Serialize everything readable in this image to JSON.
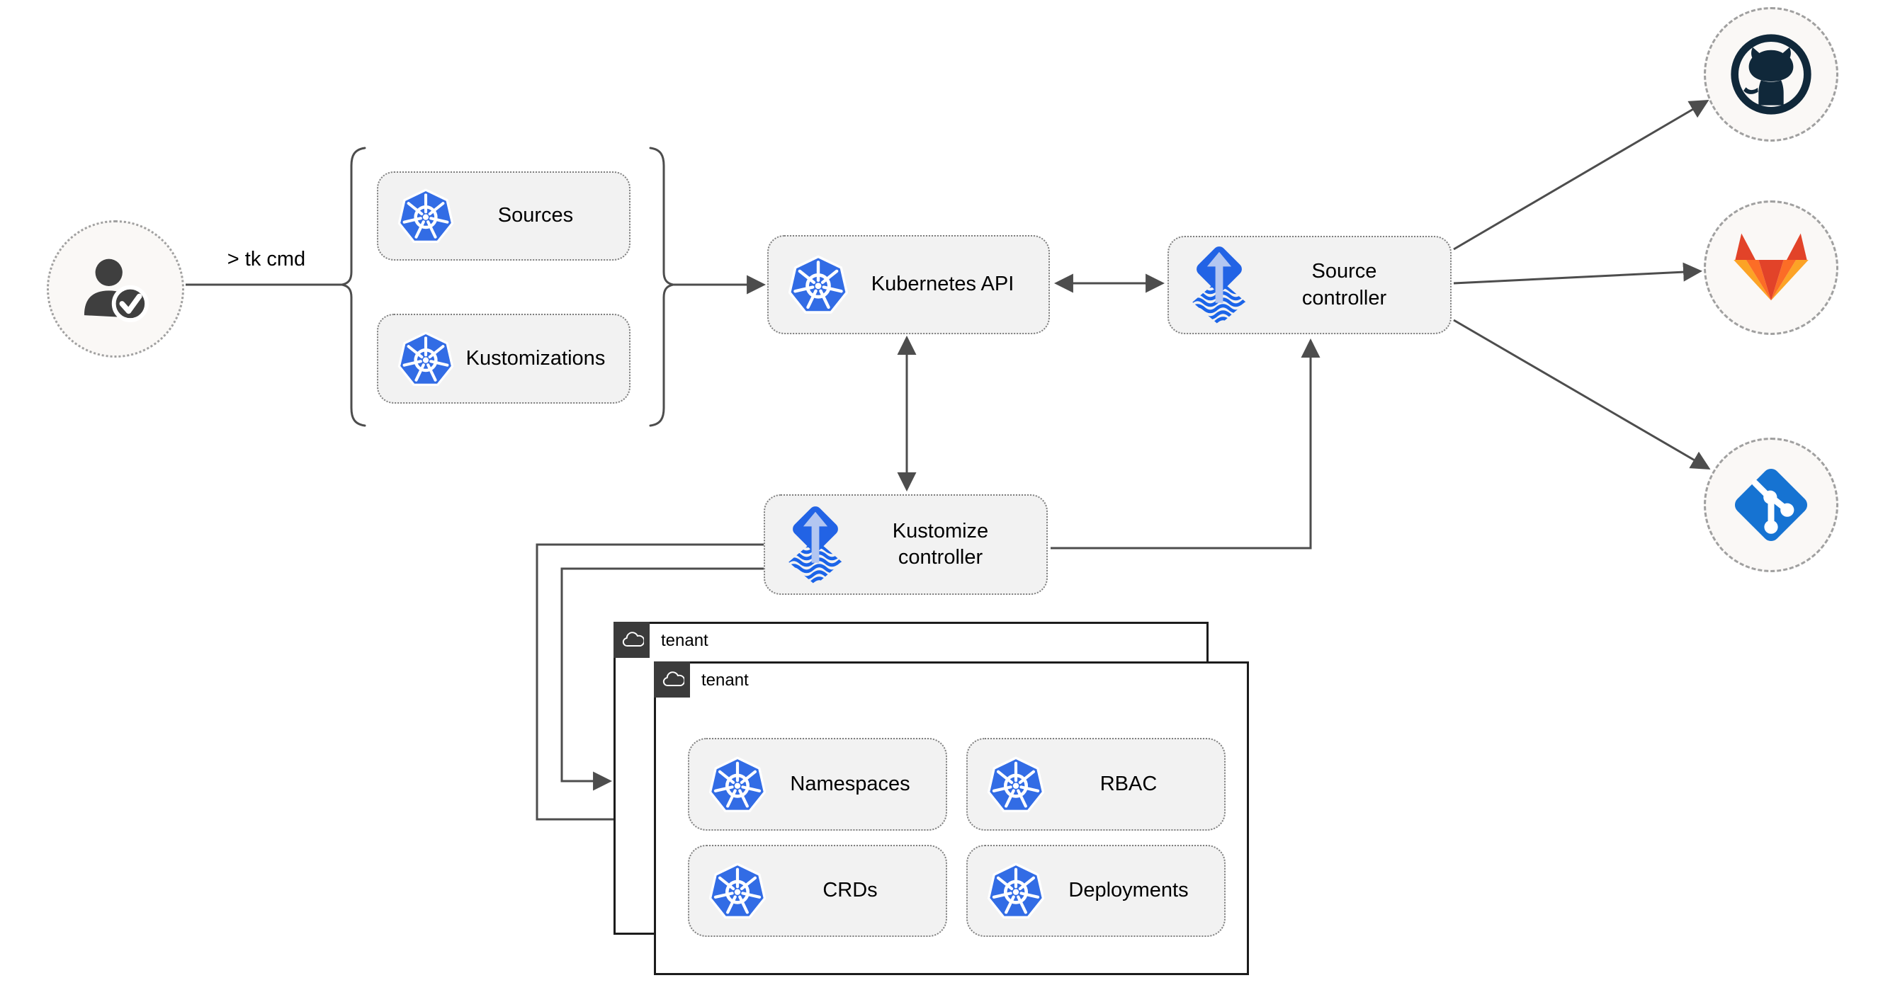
{
  "user": {
    "icon": "user-check-icon",
    "command_label": "> tk cmd"
  },
  "crd_group": {
    "items": [
      {
        "icon": "kubernetes-icon",
        "label": "Sources"
      },
      {
        "icon": "kubernetes-icon",
        "label": "Kustomizations"
      }
    ]
  },
  "cluster": {
    "kubernetes_api": {
      "icon": "kubernetes-icon",
      "label": "Kubernetes API"
    },
    "source_controller": {
      "icon": "flux-icon",
      "label": "Source\ncontroller"
    },
    "kustomize_controller": {
      "icon": "flux-icon",
      "label": "Kustomize\ncontroller"
    }
  },
  "repositories": [
    {
      "icon": "github-icon"
    },
    {
      "icon": "gitlab-icon"
    },
    {
      "icon": "git-icon"
    }
  ],
  "tenants": [
    {
      "icon": "cloud-icon",
      "label": "tenant"
    },
    {
      "icon": "cloud-icon",
      "label": "tenant",
      "resources": [
        {
          "icon": "kubernetes-icon",
          "label": "Namespaces"
        },
        {
          "icon": "kubernetes-icon",
          "label": "RBAC"
        },
        {
          "icon": "kubernetes-icon",
          "label": "CRDs"
        },
        {
          "icon": "kubernetes-icon",
          "label": "Deployments"
        }
      ]
    }
  ],
  "colors": {
    "kubernetes_blue": "#326ce5",
    "flux_blue": "#2263e5",
    "flux_arrow_light": "#b3c6f1",
    "github_dark": "#10283a",
    "gitlab_red": "#e24329",
    "gitlab_orange": "#fc6d26",
    "gitlab_amber": "#fca326",
    "git_blue": "#1673d2",
    "node_fill": "#f2f2f2",
    "circle_fill": "#faf8f6",
    "tenant_badge": "#3b3b3b",
    "connector_gray": "#4d4d4d"
  }
}
